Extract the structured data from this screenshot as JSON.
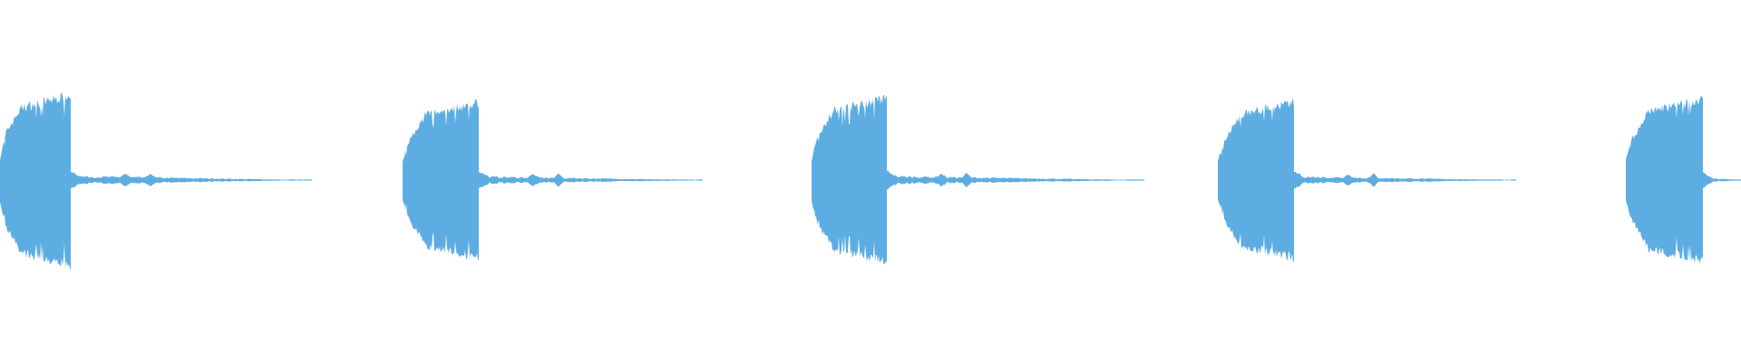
{
  "waveform": {
    "color": "#5dade2",
    "background": "#ffffff",
    "bursts": [
      {
        "amplitude": 0.97,
        "attack": 0.55,
        "tail_level": 0.05
      },
      {
        "amplitude": 0.88,
        "attack": 0.5,
        "tail_level": 0.045
      },
      {
        "amplitude": 0.93,
        "attack": 0.55,
        "tail_level": 0.05
      },
      {
        "amplitude": 0.88,
        "attack": 0.5,
        "tail_level": 0.045
      },
      {
        "amplitude": 0.92,
        "attack": 0.5,
        "tail_level": 0.03
      }
    ]
  }
}
